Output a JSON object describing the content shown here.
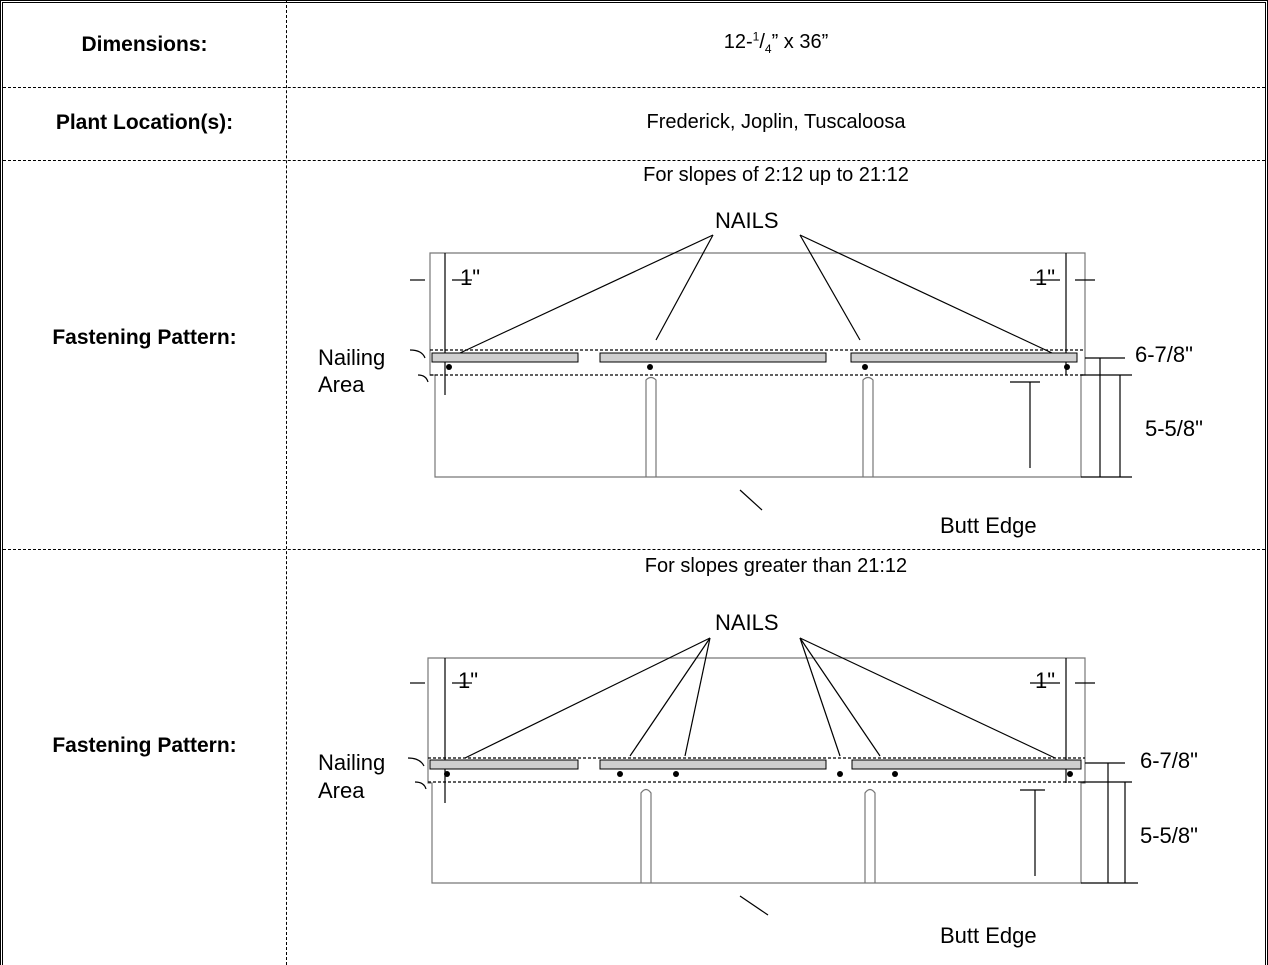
{
  "rows": [
    {
      "label": "Dimensions:",
      "value_prefix": "12-",
      "value_sup": "1",
      "value_sub": "4",
      "value_suffix": "” x 36”"
    },
    {
      "label": "Plant Location(s):",
      "value": "Frederick, Joplin, Tuscaloosa"
    },
    {
      "label": "Fastening Pattern:",
      "caption": "For slopes of 2:12 up to 21:12"
    },
    {
      "label": "Fastening Pattern:",
      "caption": "For slopes greater than 21:12"
    }
  ],
  "diagram_labels": {
    "nails": "NAILS",
    "inch_left": "1\"",
    "inch_right": "1\"",
    "nailing": "Nailing",
    "area": "Area",
    "exposure_top": "6-7/8\"",
    "exposure_bottom": "5-5/8\"",
    "butt_edge": "Butt Edge"
  }
}
